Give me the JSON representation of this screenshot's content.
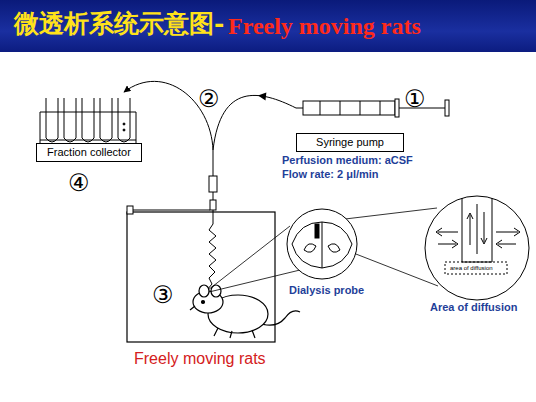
{
  "diagram": {
    "title": "微透析系统示意图-",
    "nodes": [
      {
        "text": [
          "Syringe pump"
        ]
      },
      {
        "text": [
          "Fraction collector"
        ]
      }
    ],
    "edges": [
      {
        "from": 0,
        "to": 1,
        "arrow": "to"
      }
    ],
    "labels": [
      "①",
      "②",
      "③",
      "④",
      "Perfusion medium: aCSF",
      "Flow rate: 2 μl/min",
      "Dialysis probe",
      "Area of diffusion",
      "area of diffusion",
      "Freely moving rats",
      "Freely moving rats"
    ]
  }
}
